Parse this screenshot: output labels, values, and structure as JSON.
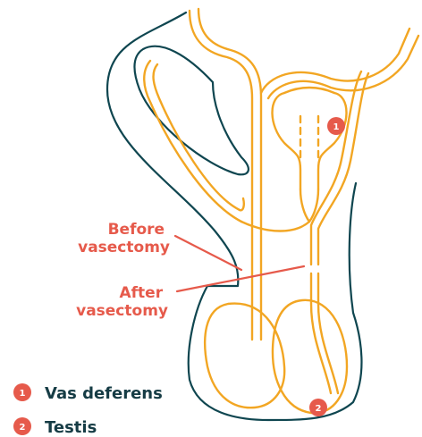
{
  "colors": {
    "outline": "#0f4650",
    "duct": "#f2a623",
    "accent": "#e65a4b",
    "legend_text": "#163c45"
  },
  "annotations": {
    "before": [
      "Before",
      "vasectomy"
    ],
    "after": [
      "After",
      "vasectomy"
    ]
  },
  "markers": [
    {
      "number": "1"
    },
    {
      "number": "2"
    }
  ],
  "legend": [
    {
      "number": "1",
      "label": "Vas deferens"
    },
    {
      "number": "2",
      "label": "Testis"
    }
  ]
}
